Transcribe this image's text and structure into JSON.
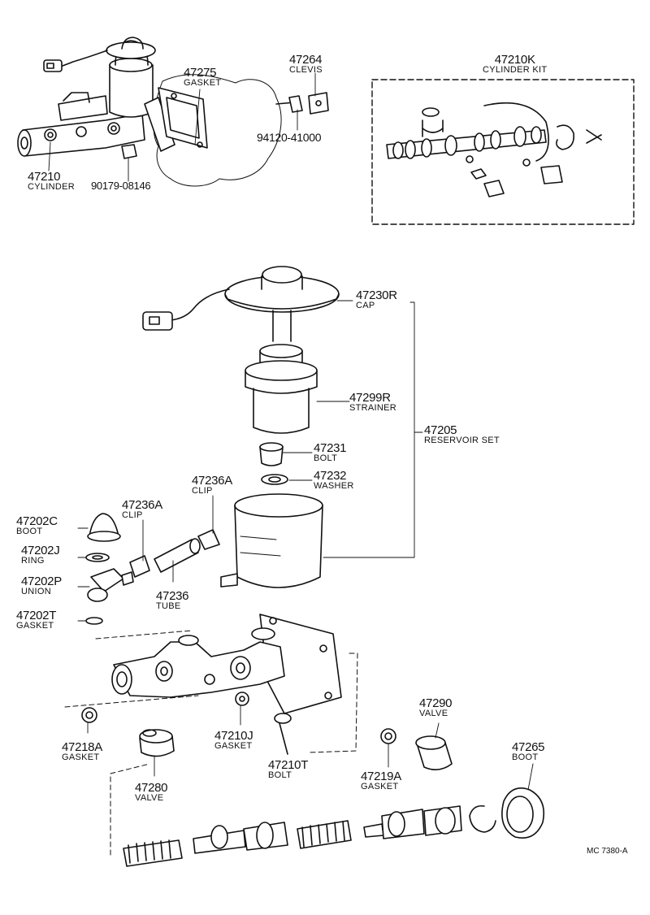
{
  "diagram_code": "MC 7380-A",
  "parts": [
    {
      "id": "p47210",
      "number": "47210",
      "name": "CYLINDER"
    },
    {
      "id": "p90179",
      "number": "90179-08146",
      "name": ""
    },
    {
      "id": "p47275",
      "number": "47275",
      "name": "GASKET"
    },
    {
      "id": "p47264",
      "number": "47264",
      "name": "CLEVIS"
    },
    {
      "id": "p94120",
      "number": "94120-41000",
      "name": ""
    },
    {
      "id": "p47210K",
      "number": "47210K",
      "name": "CYLINDER KIT"
    },
    {
      "id": "p47230R",
      "number": "47230R",
      "name": "CAP"
    },
    {
      "id": "p47299R",
      "number": "47299R",
      "name": "STRAINER"
    },
    {
      "id": "p47205",
      "number": "47205",
      "name": "RESERVOIR SET"
    },
    {
      "id": "p47231",
      "number": "47231",
      "name": "BOLT"
    },
    {
      "id": "p47232",
      "number": "47232",
      "name": "WASHER"
    },
    {
      "id": "p47236A_r",
      "number": "47236A",
      "name": "CLIP"
    },
    {
      "id": "p47236A_l",
      "number": "47236A",
      "name": "CLIP"
    },
    {
      "id": "p47202C",
      "number": "47202C",
      "name": "BOOT"
    },
    {
      "id": "p47202J",
      "number": "47202J",
      "name": "RING"
    },
    {
      "id": "p47202P",
      "number": "47202P",
      "name": "UNION"
    },
    {
      "id": "p47236",
      "number": "47236",
      "name": "TUBE"
    },
    {
      "id": "p47202T",
      "number": "47202T",
      "name": "GASKET"
    },
    {
      "id": "p47218A",
      "number": "47218A",
      "name": "GASKET"
    },
    {
      "id": "p47280",
      "number": "47280",
      "name": "VALVE"
    },
    {
      "id": "p47210J",
      "number": "47210J",
      "name": "GASKET"
    },
    {
      "id": "p47210T",
      "number": "47210T",
      "name": "BOLT"
    },
    {
      "id": "p47219A",
      "number": "47219A",
      "name": "GASKET"
    },
    {
      "id": "p47290",
      "number": "47290",
      "name": "VALVE"
    },
    {
      "id": "p47265",
      "number": "47265",
      "name": "BOOT"
    }
  ]
}
